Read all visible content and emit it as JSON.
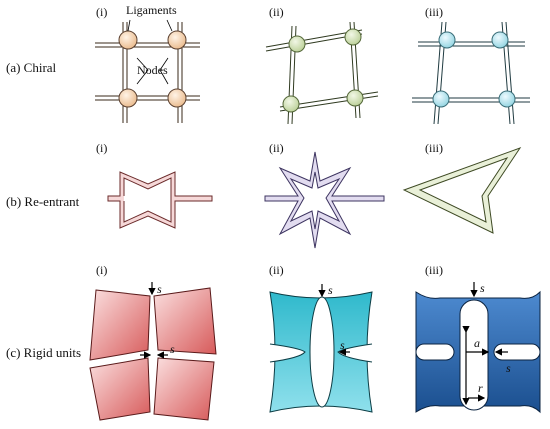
{
  "rows": {
    "chiral": "(a) Chiral",
    "reentrant": "(b) Re-entrant",
    "rigid": "(c) Rigid units"
  },
  "subs": [
    "(i)",
    "(ii)",
    "(iii)"
  ],
  "annotations": {
    "ligaments": "Ligaments",
    "nodes": "Nodes",
    "s": "s",
    "a": "a",
    "r": "r"
  },
  "colors": {
    "node_peach": "#f3c9a0",
    "node_green": "#c9dcae",
    "node_cyan": "#a6dde6",
    "reentrant_red": "#c85a5a",
    "reentrant_purple": "#8a7ab5",
    "reentrant_green": "#9bb36a",
    "rigid_red": "#e07070",
    "rigid_teal": "#1aa6b9",
    "rigid_blue": "#2f6db0"
  }
}
